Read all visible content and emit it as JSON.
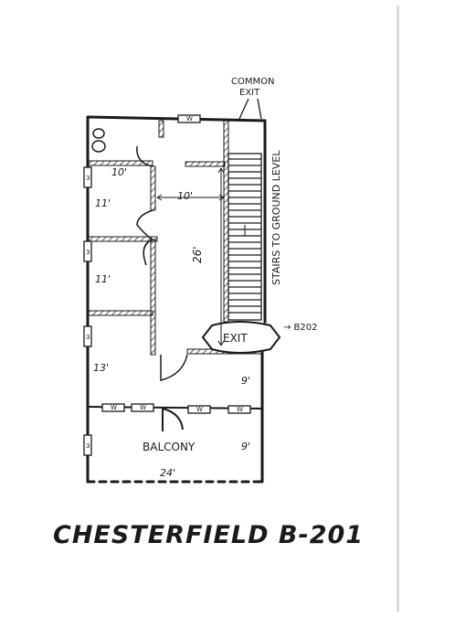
{
  "title": "CHESTERFIELD B-201",
  "labels": {
    "common_exit_1": "COMMON",
    "common_exit_2": "EXIT",
    "stairs": "STAIRS TO GROUND LEVEL",
    "exit": "EXIT",
    "exit_arrow": "→ B202",
    "balcony": "BALCONY",
    "room1_width": "10'",
    "room1_depth": "11'",
    "hall_width": "10'",
    "room2_depth": "11'",
    "hall_length": "26'",
    "room3_depth": "13'",
    "front_depth": "9'",
    "balcony_depth": "9'",
    "overall_width": "24'"
  },
  "window_mark": "W",
  "side_window_mark": "3",
  "colors": {
    "ink": "#1a1a1a",
    "hatch": "#3a3a3a",
    "paper": "#ffffff"
  }
}
